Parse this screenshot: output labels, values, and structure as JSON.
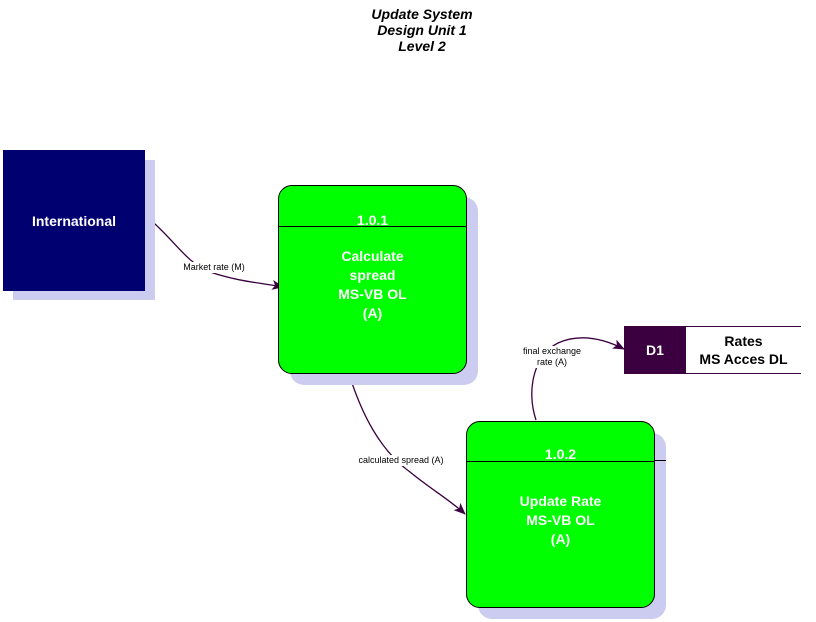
{
  "title": {
    "line1": "Update System",
    "line2": "Design Unit 1",
    "line3": "Level 2"
  },
  "entity": {
    "label": "International"
  },
  "processes": [
    {
      "id": "1.0.1",
      "name_lines": [
        "Calculate",
        "spread",
        "MS-VB OL",
        "(A)"
      ]
    },
    {
      "id": "1.0.2",
      "name_lines": [
        "Update Rate",
        "MS-VB OL",
        "(A)"
      ]
    }
  ],
  "data_store": {
    "id": "D1",
    "name_lines": [
      "Rates",
      "MS Acces DL"
    ]
  },
  "flows": [
    {
      "label_lines": [
        "Market rate (M)"
      ]
    },
    {
      "label_lines": [
        "calculated spread  (A)"
      ]
    },
    {
      "label_lines": [
        "final exchange",
        "rate (A)"
      ]
    }
  ],
  "colors": {
    "entity": "#000070",
    "process": "#00ff00",
    "store": "#3a0040",
    "shadow": "#ccccf0",
    "flow": "#3a0040"
  }
}
